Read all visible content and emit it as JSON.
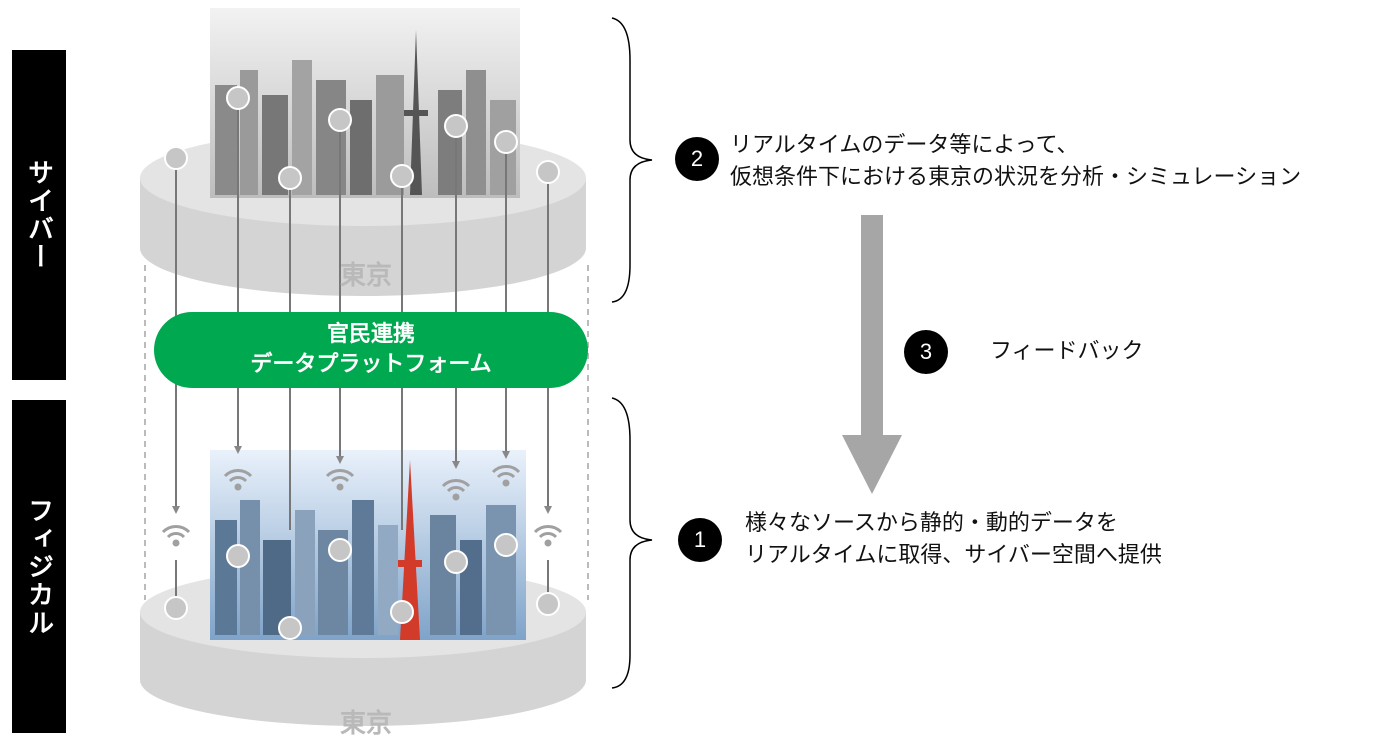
{
  "side_labels": {
    "cyber": "サイバー",
    "physical": "フィジカル"
  },
  "platform": {
    "line1": "官民連携",
    "line2": "データプラットフォーム"
  },
  "tokyo_labels": {
    "top": "東京",
    "bottom": "東京"
  },
  "steps": [
    {
      "number": "1",
      "line1": "様々なソースから静的・動的データを",
      "line2": "リアルタイムに取得、サイバー空間へ提供"
    },
    {
      "number": "2",
      "line1": "リアルタイムのデータ等によって、",
      "line2": "仮想条件下における東京の状況を分析・シミュレーション"
    },
    {
      "number": "3",
      "line1": "フィードバック"
    }
  ],
  "colors": {
    "platform_green": "#00a84f",
    "label_black": "#000000",
    "disc_gray": "#d9d9d9",
    "arrow_gray": "#a6a6a6"
  }
}
